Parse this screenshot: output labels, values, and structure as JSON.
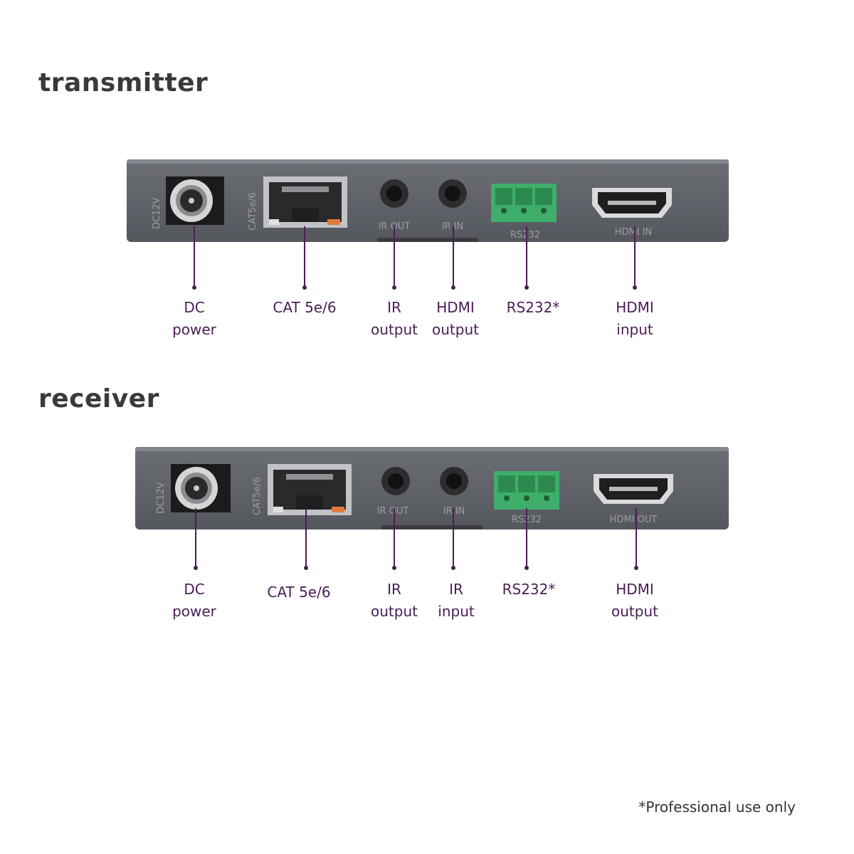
{
  "transmitter": {
    "title": "transmitter",
    "silkscreen": {
      "dc": "DC12V",
      "cat": "CAT5e/6",
      "ir_out": "IR OUT",
      "ir_in": "IR IN",
      "rs232": "RS232",
      "hdmi": "HDMI IN"
    },
    "labels": {
      "dc": [
        "DC",
        "power"
      ],
      "cat": [
        "CAT 5e/6"
      ],
      "ir": [
        "IR",
        "output"
      ],
      "hdmi_out": [
        "HDMI",
        "output"
      ],
      "rs232": [
        "RS232*"
      ],
      "hdmi_in": [
        "HDMI",
        "input"
      ]
    }
  },
  "receiver": {
    "title": "receiver",
    "silkscreen": {
      "dc": "DC12V",
      "cat": "CAT5e/6",
      "ir_out": "IR OUT",
      "ir_in": "IR IN",
      "rs232": "RS232",
      "hdmi": "HDMI OUT"
    },
    "labels": {
      "dc": [
        "DC",
        "power"
      ],
      "cat": [
        "CAT 5e/6"
      ],
      "ir_out": [
        "IR",
        "output"
      ],
      "ir_in": [
        "IR",
        "input"
      ],
      "rs232": [
        "RS232*"
      ],
      "hdmi": [
        "HDMI",
        "output"
      ]
    }
  },
  "footnote": "*Professional use only",
  "colors": {
    "label_text": "#4a1d56",
    "title_text": "#3a3a38",
    "device_body": "#5f6168",
    "terminal_green": "#3fae6a"
  }
}
